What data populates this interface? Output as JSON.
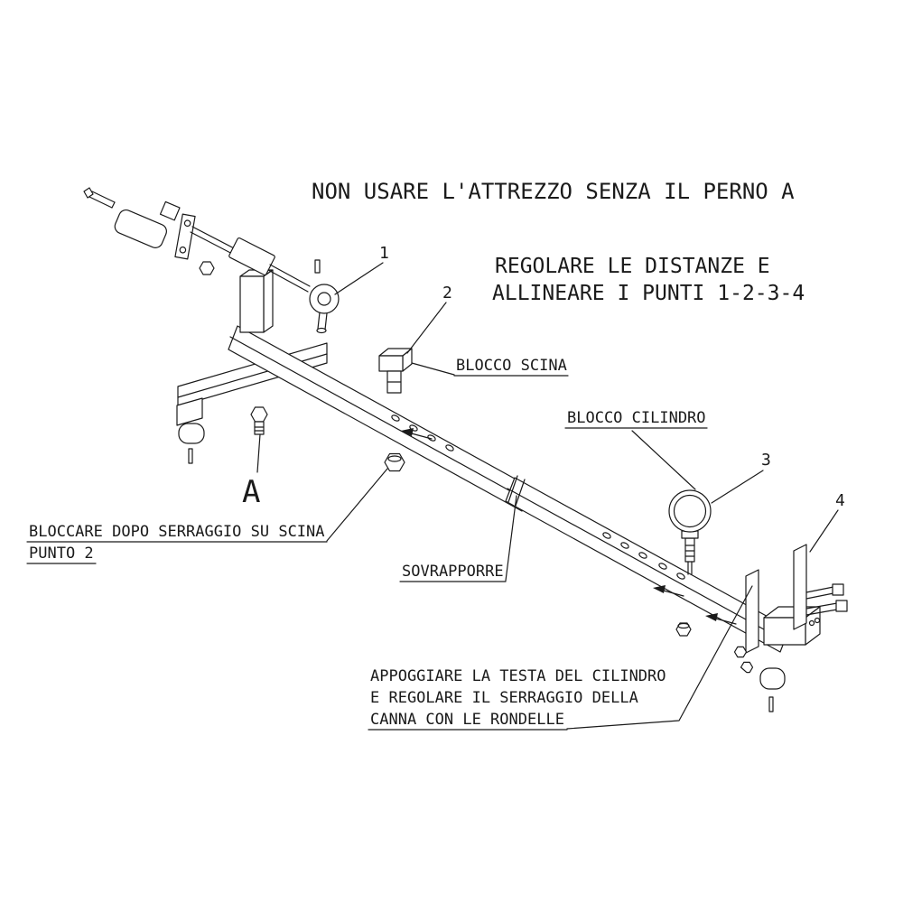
{
  "colors": {
    "ink": "#1a1a1a",
    "background": "#ffffff"
  },
  "diagram": {
    "title": "NON USARE L'ATTREZZO SENZA IL PERNO A",
    "instructions": {
      "line1": "REGOLARE LE DISTANZE E",
      "line2": "ALLINEARE I PUNTI 1-2-3-4"
    },
    "labels": {
      "blocco_scina": "BLOCCO SCINA",
      "blocco_cilindro": "BLOCCO CILINDRO",
      "sovrapporre": "SOVRAPPORRE",
      "bloccare": {
        "line1": "BLOCCARE DOPO SERRAGGIO SU SCINA",
        "line2": "PUNTO 2"
      },
      "appoggiare": {
        "line1": "APPOGGIARE LA TESTA DEL CILINDRO",
        "line2": "E REGOLARE IL SERRAGGIO DELLA",
        "line3": "CANNA CON LE RONDELLE"
      }
    },
    "callouts": {
      "c1": "1",
      "c2": "2",
      "c3": "3",
      "c4": "4",
      "detail_a": "A"
    }
  }
}
